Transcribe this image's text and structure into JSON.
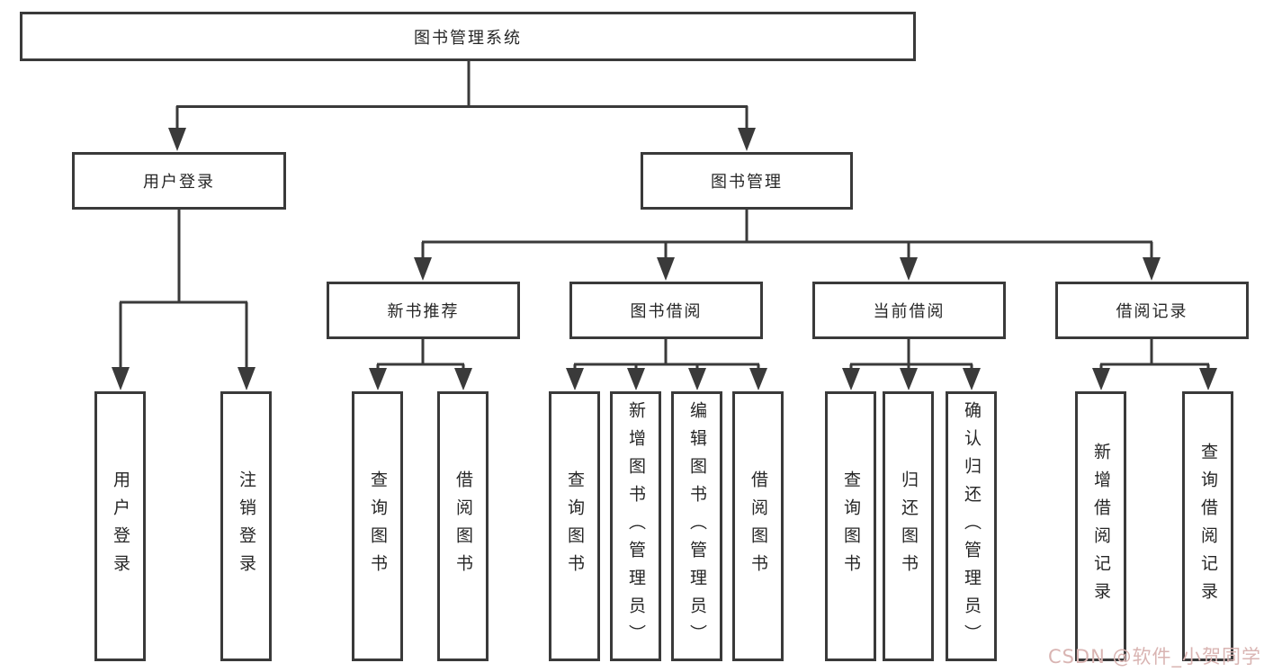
{
  "diagram_type": "tree",
  "tree": {
    "label": "图书管理系统",
    "children": [
      {
        "label": "用户登录",
        "children": [
          {
            "label": "用户登录"
          },
          {
            "label": "注销登录"
          }
        ]
      },
      {
        "label": "图书管理",
        "children": [
          {
            "label": "新书推荐",
            "children": [
              {
                "label": "查询图书"
              },
              {
                "label": "借阅图书"
              }
            ]
          },
          {
            "label": "图书借阅",
            "children": [
              {
                "label": "查询图书"
              },
              {
                "label": "新增图书（管理员）"
              },
              {
                "label": "编辑图书（管理员）"
              },
              {
                "label": "借阅图书"
              }
            ]
          },
          {
            "label": "当前借阅",
            "children": [
              {
                "label": "查询图书"
              },
              {
                "label": "归还图书"
              },
              {
                "label": "确认归还（管理员）"
              }
            ]
          },
          {
            "label": "借阅记录",
            "children": [
              {
                "label": "新增借阅记录"
              },
              {
                "label": "查询借阅记录"
              }
            ]
          }
        ]
      }
    ]
  },
  "watermark": {
    "text": "CSDN @软件_小贺同学"
  },
  "colors": {
    "line": "#3a3a3a",
    "box_background": "#ffffff",
    "text": "#262626",
    "background": "#ffffff",
    "watermark": "#d9b4b2"
  }
}
